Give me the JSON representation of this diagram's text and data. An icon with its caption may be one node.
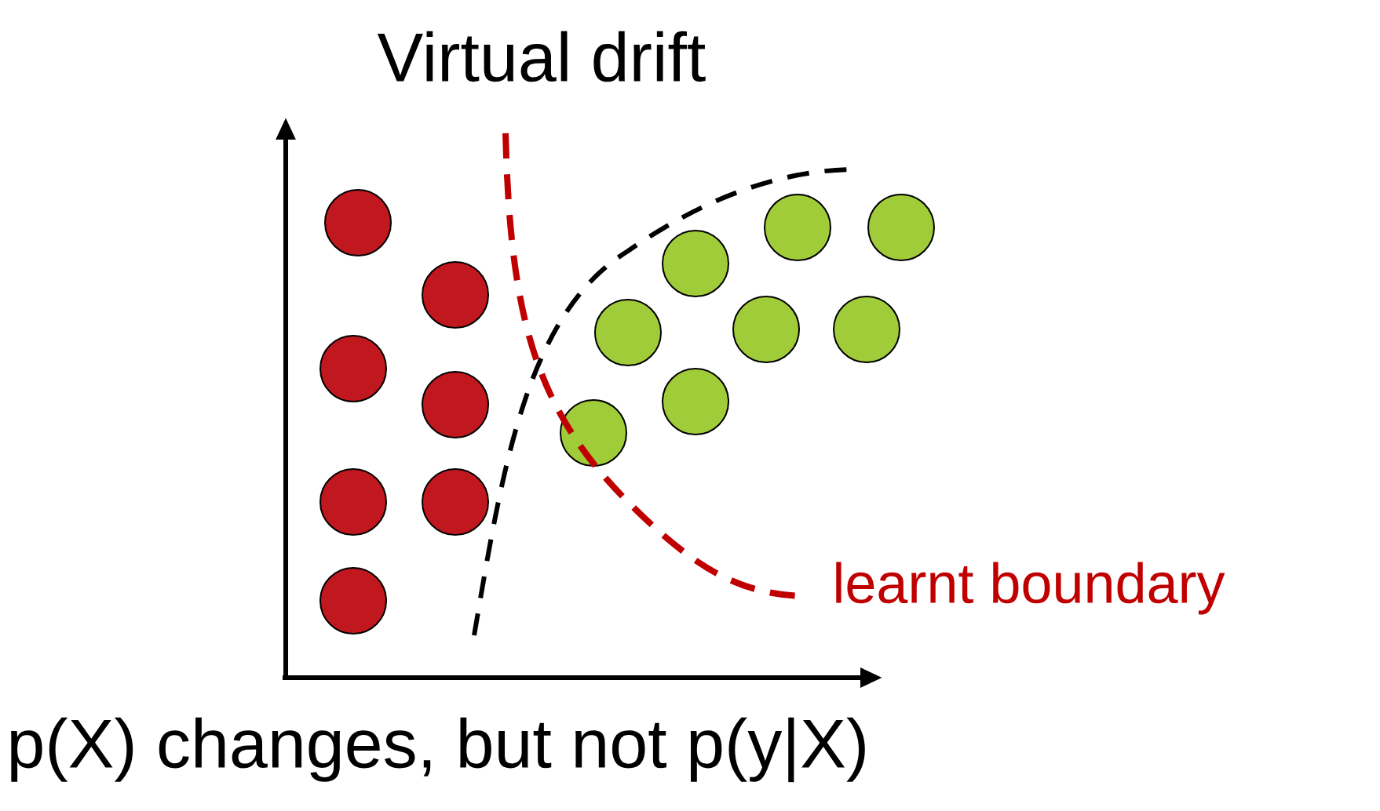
{
  "diagram": {
    "title": "Virtual drift",
    "caption": "p(X) changes, but not p(y|X)",
    "labels": [
      "learnt boundary"
    ]
  }
}
